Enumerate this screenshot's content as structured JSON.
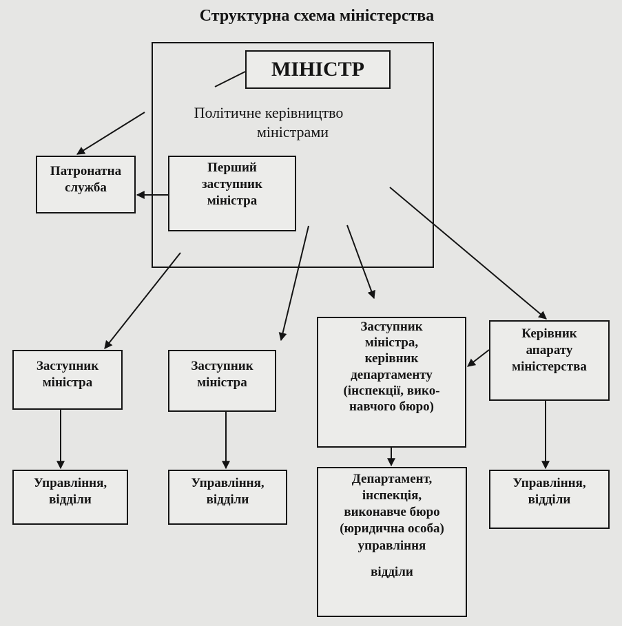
{
  "title": "Структурна схема міністерства",
  "minister": "МІНІСТР",
  "political_leadership": [
    "Політичне керівництво",
    "міністрами"
  ],
  "patronage_service": [
    "Патронатна",
    "служба"
  ],
  "first_deputy": [
    "Перший",
    "заступник",
    "міністра"
  ],
  "deputy_1": [
    "Заступник",
    "міністра"
  ],
  "deputy_2": [
    "Заступник",
    "міністра"
  ],
  "deputy_head_department": [
    "Заступник",
    "міністра,",
    "керівник",
    "департаменту",
    "(інспекції, вико-",
    "навчого бюро)"
  ],
  "head_of_staff": [
    "Керівник",
    "апарату",
    "міністерства"
  ],
  "units_1": [
    "Управління,",
    "відділи"
  ],
  "units_2": [
    "Управління,",
    "відділи"
  ],
  "department": [
    "Департамент,",
    "інспекція,",
    "виконавче бюро",
    "(юридична особа)",
    "управління",
    "відділи"
  ],
  "units_4": [
    "Управління,",
    "відділи"
  ]
}
